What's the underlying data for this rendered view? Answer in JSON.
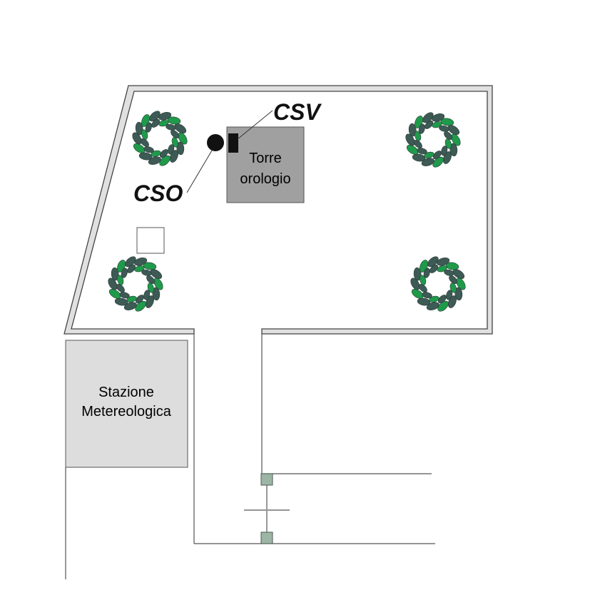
{
  "labels": {
    "csv": "CSV",
    "cso": "CSO",
    "tower_line1": "Torre",
    "tower_line2": "orologio",
    "station_line1": "Stazione",
    "station_line2": "Metereologica"
  },
  "colors": {
    "tree_dark": "#3d5a55",
    "tree_green": "#1f9a4a",
    "tower_fill": "#a0a0a0",
    "station_fill": "#dddddd",
    "post_fill": "#9db5a5",
    "wall_fill": "#e0e0e0"
  }
}
